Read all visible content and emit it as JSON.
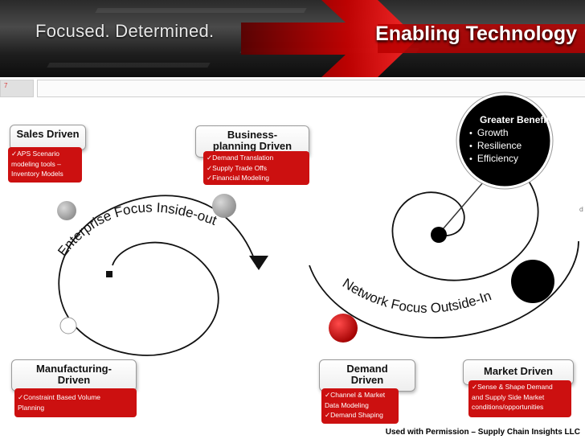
{
  "banner": {
    "tagline": "Focused. Determined.",
    "title": "Enabling Technology"
  },
  "slide_number": "7",
  "spirals": {
    "left_label": "Enterprise Focus Inside-out",
    "right_label": "Network Focus Outside-In"
  },
  "sales": {
    "title": "Sales Driven",
    "items": [
      "✓APS Scenario",
      "modeling tools –",
      "Inventory Models"
    ]
  },
  "business": {
    "title_line1": "Business-",
    "title_line2": "planning Driven",
    "items": [
      "✓Demand Translation",
      "✓Supply Trade Offs",
      "✓Financial Modeling"
    ]
  },
  "manufacturing": {
    "title_line1": "Manufacturing-",
    "title_line2": "Driven",
    "items": [
      "✓Constraint Based Volume",
      "Planning"
    ]
  },
  "demand": {
    "title_line1": "Demand",
    "title_line2": "Driven",
    "items": [
      "✓Channel & Market",
      "Data Modeling",
      "✓Demand Shaping"
    ]
  },
  "market": {
    "title": "Market Driven",
    "items": [
      "✓Sense & Shape Demand",
      "and Supply Side Market",
      "conditions/opportunities"
    ]
  },
  "benefit": {
    "title": "Greater Benefit",
    "items": [
      "Growth",
      "Resilience",
      "Efficiency"
    ]
  },
  "stray_char": "d",
  "footer": "Used with Permission – Supply Chain Insights LLC",
  "colors": {
    "accent_red": "#cc1010",
    "node_gray": "#b0b0b0",
    "node_black": "#000000"
  }
}
